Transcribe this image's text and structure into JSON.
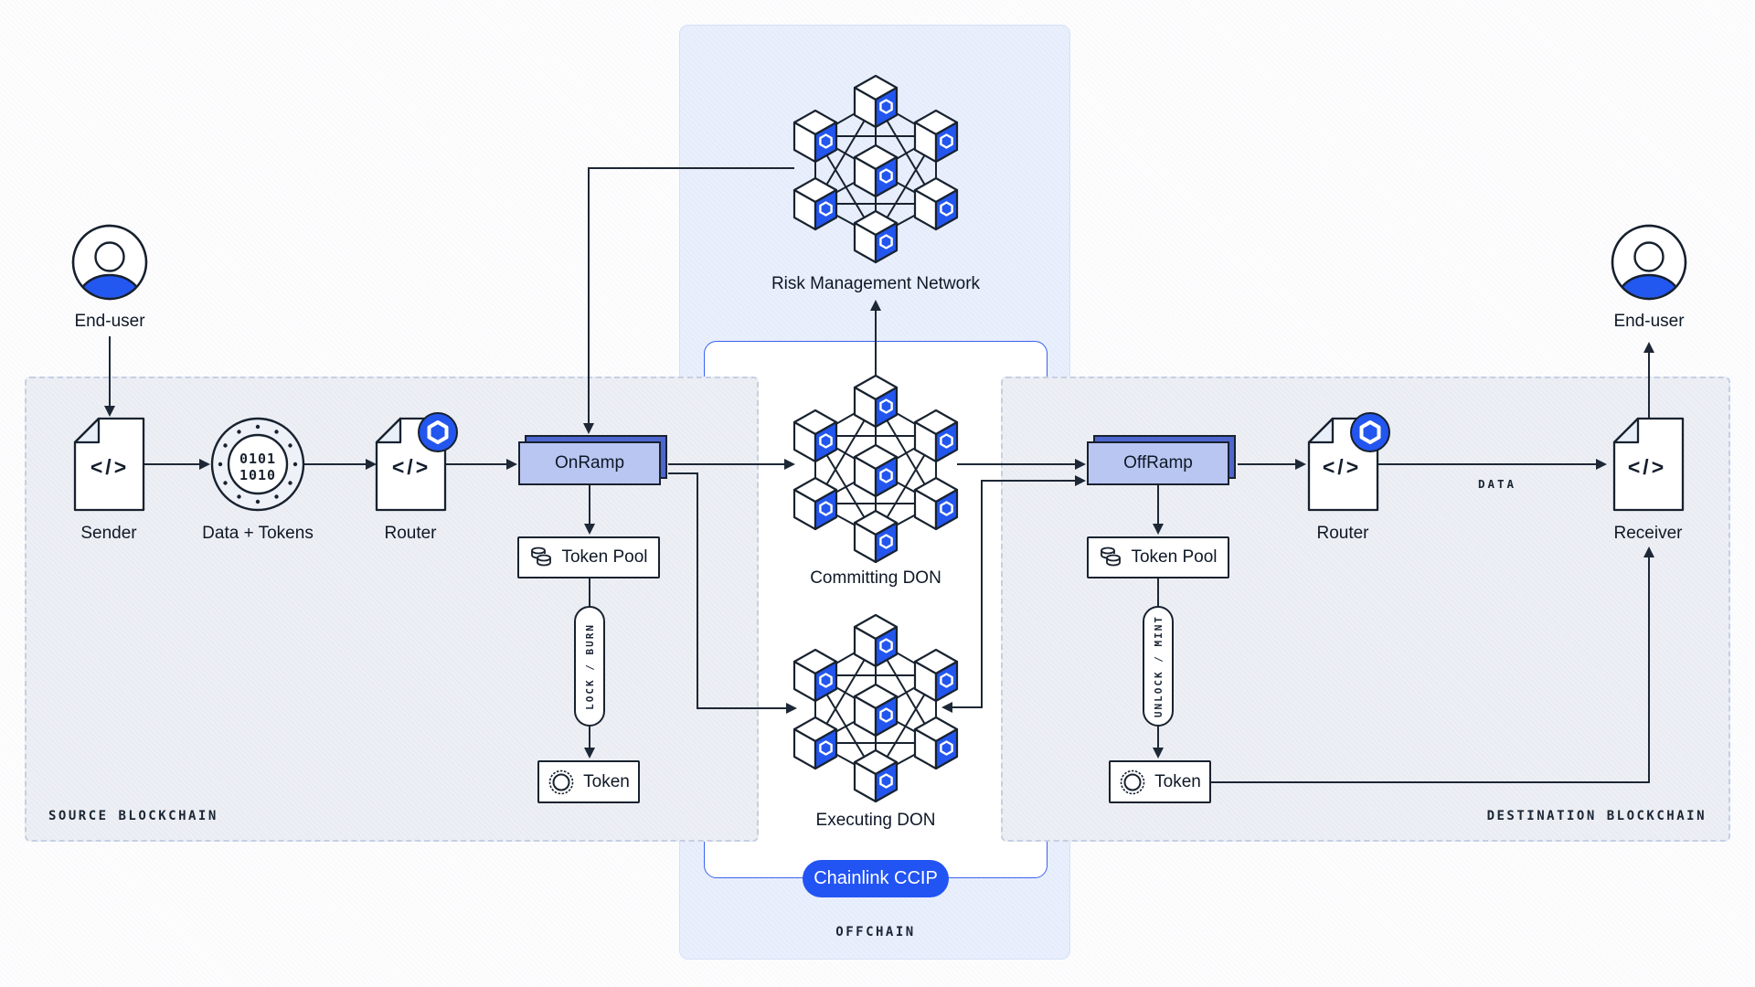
{
  "colors": {
    "accent_blue": "#2254f4",
    "cube_blue": "#2356ef",
    "line_navy": "#18222f",
    "onramp_front": "#b9c6f2",
    "onramp_back": "#4e66cf",
    "offchain_bg": "#e9effc",
    "chain_panel_bg": "#edeff4"
  },
  "source": {
    "panel_label": "SOURCE BLOCKCHAIN",
    "end_user": "End-user",
    "sender": "Sender",
    "sender_code": "</>",
    "data_tokens": "Data + Tokens",
    "binary_top": "0101",
    "binary_bottom": "1010",
    "router": "Router",
    "router_code": "</>",
    "onramp": "OnRamp",
    "token_pool": "Token Pool",
    "lock_burn": "LOCK / BURN",
    "token": "Token"
  },
  "offchain": {
    "panel_label": "OFFCHAIN",
    "risk_management": "Risk Management Network",
    "committing_don": "Committing DON",
    "executing_don": "Executing DON",
    "ccip_badge": "Chainlink CCIP"
  },
  "destination": {
    "panel_label": "DESTINATION BLOCKCHAIN",
    "offramp": "OffRamp",
    "token_pool": "Token Pool",
    "unlock_mint": "UNLOCK / MINT",
    "token": "Token",
    "router": "Router",
    "router_code": "</>",
    "data_arrow_label": "DATA",
    "receiver": "Receiver",
    "receiver_code": "</>",
    "end_user": "End-user"
  }
}
